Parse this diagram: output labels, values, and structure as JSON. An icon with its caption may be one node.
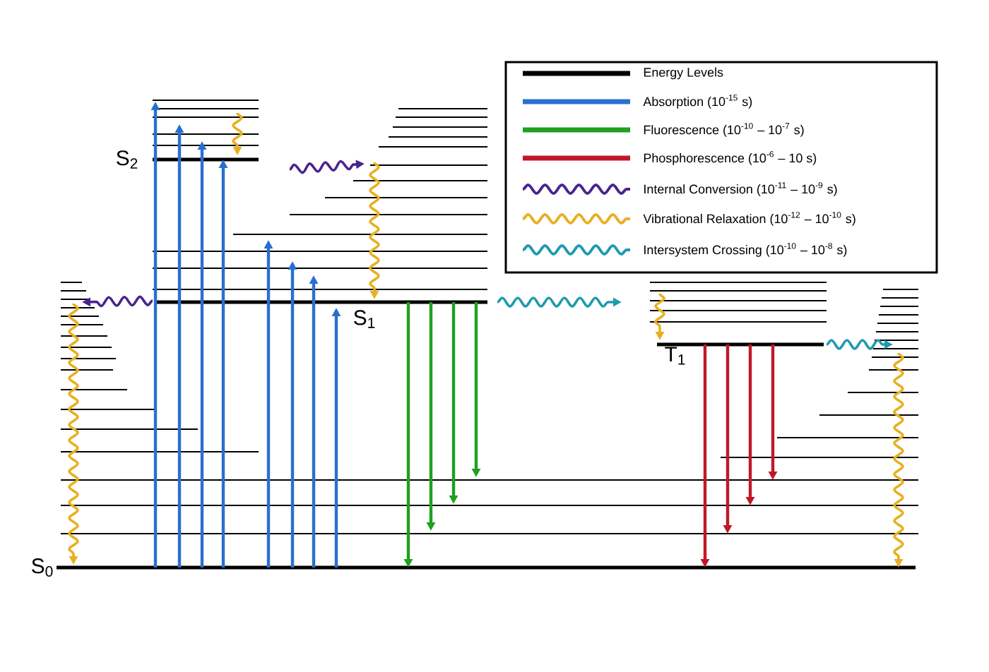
{
  "diagram": {
    "labels": [
      "S$_{2}$",
      "S$_{1}$",
      "T$_{1}$",
      "S$_{0}$"
    ],
    "legend": [
      {
        "text": "Energy Levels",
        "color": "#000000"
      },
      {
        "text": "Absorption (10$^{-15}$ s)",
        "color": "#2a6fd0"
      },
      {
        "text": "Fluorescence (10$^{-10}$ – 10$^{-7}$ s)",
        "color": "#1fa01f"
      },
      {
        "text": "Phosphorescence (10$^{-6}$ – 10 s)",
        "color": "#c01828"
      },
      {
        "text": "Internal Conversion (10$^{-11}$ – 10$^{-9}$ s)",
        "color": "#4b2390"
      },
      {
        "text": "Vibrational Relaxation (10$^{-12}$ – 10$^{-10}$ s)",
        "color": "#e8b020"
      },
      {
        "text": "Intersystem Crossing (10$^{-10}$ – 10$^{-8}$ s)",
        "color": "#1f9ab0"
      }
    ]
  }
}
